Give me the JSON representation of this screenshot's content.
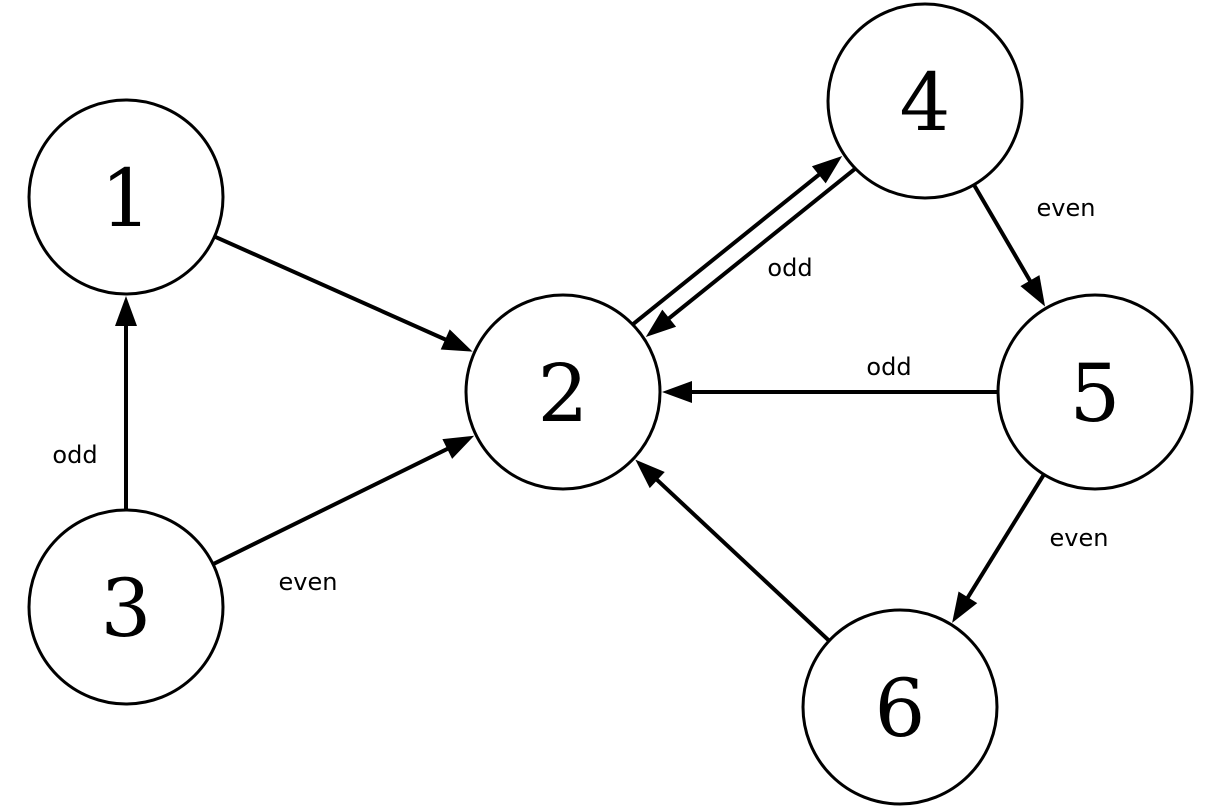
{
  "diagram": {
    "nodes": [
      {
        "id": "1",
        "label": "1"
      },
      {
        "id": "2",
        "label": "2"
      },
      {
        "id": "3",
        "label": "3"
      },
      {
        "id": "4",
        "label": "4"
      },
      {
        "id": "5",
        "label": "5"
      },
      {
        "id": "6",
        "label": "6"
      }
    ],
    "edges": [
      {
        "from": "1",
        "to": "2",
        "label": ""
      },
      {
        "from": "3",
        "to": "1",
        "label": "odd"
      },
      {
        "from": "3",
        "to": "2",
        "label": "even"
      },
      {
        "from": "2",
        "to": "4",
        "label": ""
      },
      {
        "from": "4",
        "to": "2",
        "label": "odd"
      },
      {
        "from": "4",
        "to": "5",
        "label": "even"
      },
      {
        "from": "5",
        "to": "2",
        "label": "odd"
      },
      {
        "from": "5",
        "to": "6",
        "label": "even"
      },
      {
        "from": "6",
        "to": "2",
        "label": ""
      }
    ]
  }
}
